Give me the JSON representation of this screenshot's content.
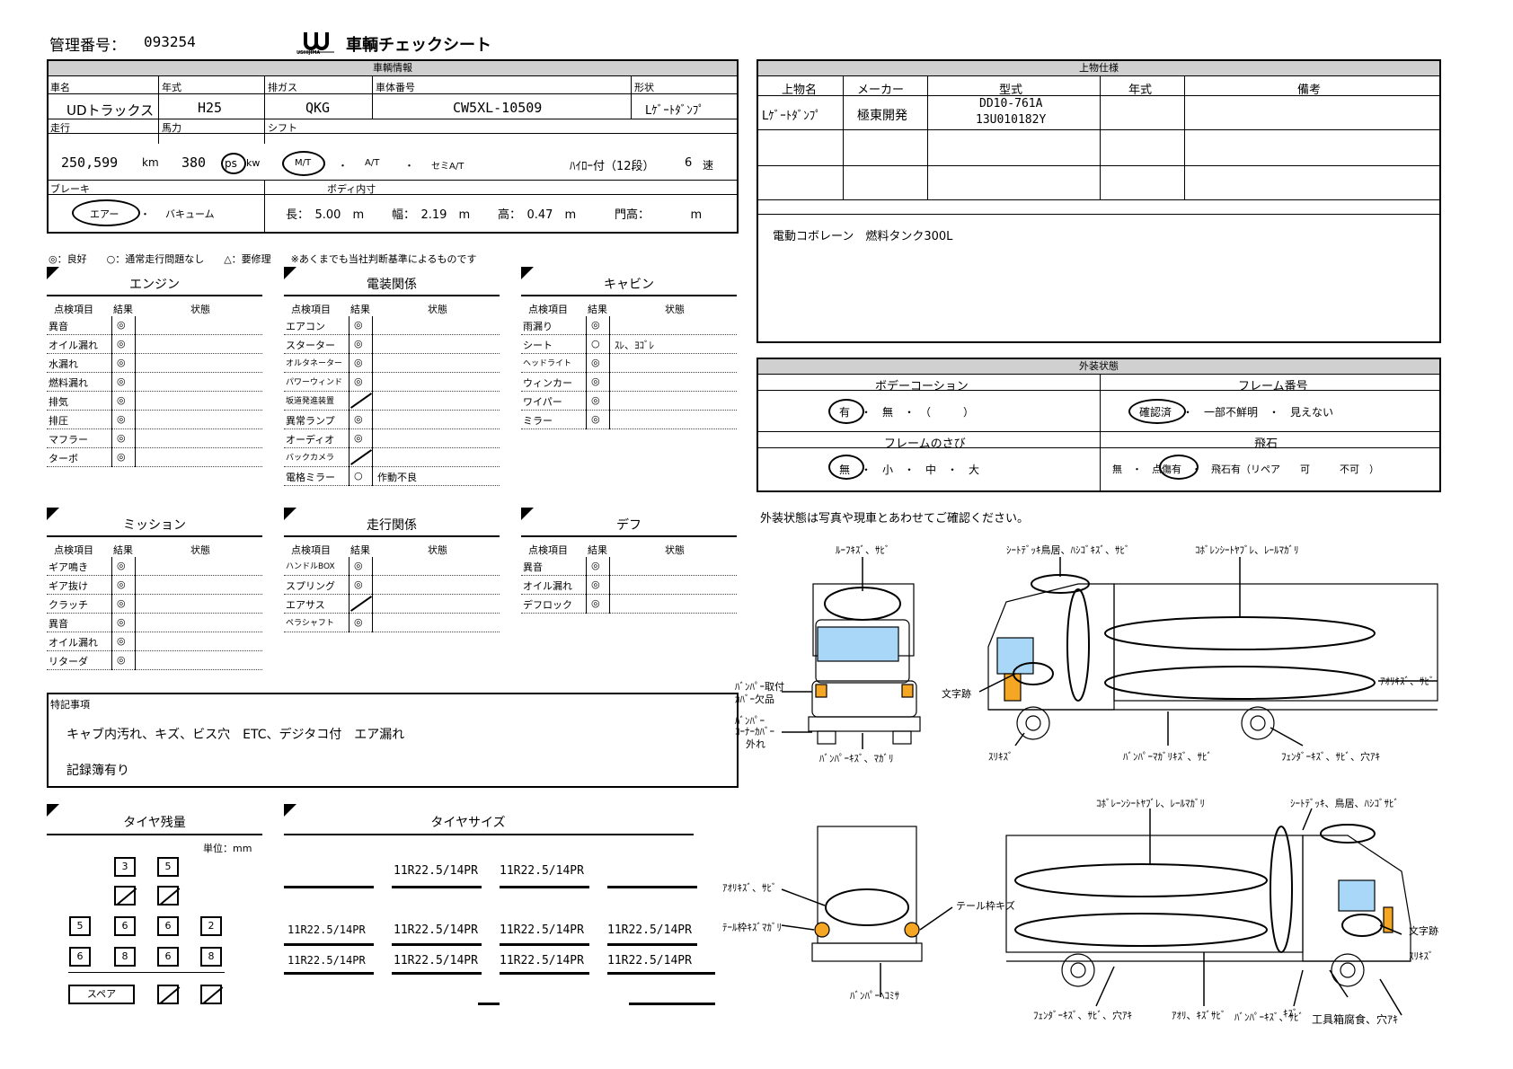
{
  "header": {
    "mgmt_label": "管理番号：",
    "mgmt_no": "093254",
    "logo_text": "USHIJIMA",
    "title": "車輌チェックシート"
  },
  "vehicle": {
    "section": "車輌情報",
    "h_name": "車名",
    "h_year": "年式",
    "h_exhaust": "排ガス",
    "h_body_no": "車体番号",
    "h_shape": "形状",
    "name": "UDトラックス",
    "year": "H25",
    "exhaust": "QKG",
    "body_no": "CW5XL-10509",
    "shape": "Lｹﾞｰﾄﾀﾞﾝﾌﾟ",
    "h_mileage": "走行",
    "h_hp": "馬力",
    "h_shift": "シフト",
    "mileage": "250,599",
    "km": "km",
    "hp": "380",
    "ps": "ps",
    "kw": "kw",
    "mt": "M/T",
    "dot1": "・",
    "at": "A/T",
    "dot2": "・",
    "semi": "セミA/T",
    "hilo": "ﾊｲﾛｰ付（12段）",
    "speed": "6",
    "speed_unit": "速",
    "h_brake": "ブレーキ",
    "h_body_in": "ボディ内寸",
    "air": "エアー",
    "dot3": "・",
    "vacuum": "バキューム",
    "length": "長：　5.00　m",
    "width": "幅：　2.19　m",
    "height": "高：　0.47　m",
    "gate": "門高：　　　　m"
  },
  "legend": "◎：良好　　○：通常走行問題なし　　△：要修理　　※あくまでも当社判断基準によるものです",
  "col_item": "点検項目",
  "col_result": "結果",
  "col_state": "状態",
  "engine": {
    "title": "エンジン",
    "rows": [
      {
        "item": "異音",
        "res": "◎",
        "state": ""
      },
      {
        "item": "オイル漏れ",
        "res": "◎",
        "state": ""
      },
      {
        "item": "水漏れ",
        "res": "◎",
        "state": ""
      },
      {
        "item": "燃料漏れ",
        "res": "◎",
        "state": ""
      },
      {
        "item": "排気",
        "res": "◎",
        "state": ""
      },
      {
        "item": "排圧",
        "res": "◎",
        "state": ""
      },
      {
        "item": "マフラー",
        "res": "◎",
        "state": ""
      },
      {
        "item": "ターボ",
        "res": "◎",
        "state": ""
      }
    ]
  },
  "electric": {
    "title": "電装関係",
    "rows": [
      {
        "item": "エアコン",
        "res": "◎",
        "state": ""
      },
      {
        "item": "スターター",
        "res": "◎",
        "state": ""
      },
      {
        "item": "オルタネーター",
        "res": "◎",
        "state": ""
      },
      {
        "item": "パワーウィンド",
        "res": "◎",
        "state": ""
      },
      {
        "item": "坂道発進装置",
        "res": "",
        "state": ""
      },
      {
        "item": "異常ランプ",
        "res": "◎",
        "state": ""
      },
      {
        "item": "オーディオ",
        "res": "◎",
        "state": ""
      },
      {
        "item": "バックカメラ",
        "res": "",
        "state": ""
      },
      {
        "item": "電格ミラー",
        "res": "○",
        "state": "作動不良"
      }
    ]
  },
  "cabin": {
    "title": "キャビン",
    "rows": [
      {
        "item": "雨漏り",
        "res": "◎",
        "state": ""
      },
      {
        "item": "シート",
        "res": "○",
        "state": "ｽﾚ、ﾖｺﾞﾚ"
      },
      {
        "item": "ヘッドライト",
        "res": "◎",
        "state": ""
      },
      {
        "item": "ウィンカー",
        "res": "◎",
        "state": ""
      },
      {
        "item": "ワイパー",
        "res": "◎",
        "state": ""
      },
      {
        "item": "ミラー",
        "res": "◎",
        "state": ""
      }
    ]
  },
  "mission": {
    "title": "ミッション",
    "rows": [
      {
        "item": "ギア鳴き",
        "res": "◎",
        "state": ""
      },
      {
        "item": "ギア抜け",
        "res": "◎",
        "state": ""
      },
      {
        "item": "クラッチ",
        "res": "◎",
        "state": ""
      },
      {
        "item": "異音",
        "res": "◎",
        "state": ""
      },
      {
        "item": "オイル漏れ",
        "res": "◎",
        "state": ""
      },
      {
        "item": "リターダ",
        "res": "◎",
        "state": ""
      }
    ]
  },
  "running": {
    "title": "走行関係",
    "rows": [
      {
        "item": "ハンドルBOX",
        "res": "◎",
        "state": ""
      },
      {
        "item": "スプリング",
        "res": "◎",
        "state": ""
      },
      {
        "item": "エアサス",
        "res": "",
        "state": ""
      },
      {
        "item": "ペラシャフト",
        "res": "◎",
        "state": ""
      }
    ]
  },
  "diff": {
    "title": "デフ",
    "rows": [
      {
        "item": "異音",
        "res": "◎",
        "state": ""
      },
      {
        "item": "オイル漏れ",
        "res": "◎",
        "state": ""
      },
      {
        "item": "デフロック",
        "res": "◎",
        "state": ""
      }
    ]
  },
  "notes": {
    "title": "特記事項",
    "line1": "キャブ内汚れ、キズ、ビス穴　ETC、デジタコ付　エア漏れ",
    "line2": "記録簿有り"
  },
  "tyre": {
    "remain_title": "タイヤ残量",
    "unit": "単位：mm",
    "r1": [
      "3",
      "5"
    ],
    "r3": [
      "5",
      "6",
      "6",
      "2"
    ],
    "r4": [
      "6",
      "8",
      "6",
      "8"
    ],
    "spare": "スペア",
    "size_title": "タイヤサイズ",
    "size": "11R22.5/14PR"
  },
  "upper": {
    "section": "上物仕様",
    "h1": "上物名",
    "h2": "メーカー",
    "h3": "型式",
    "h4": "年式",
    "h5": "備考",
    "name": "Lｹﾞｰﾄﾀﾞﾝﾌﾟ",
    "maker": "極東開発",
    "model1": "DD10-761A",
    "model2": "13U010182Y",
    "note": "電動コボレーン　燃料タンク300L"
  },
  "exterior": {
    "section": "外装状態",
    "coat": "ボデーコーション",
    "coat_opts": "有　・　無　・　（　　　）",
    "frame_no": "フレーム番号",
    "frame_opts": "確認済　・　一部不鮮明　・　見えない",
    "rust": "フレームのさび",
    "rust_opts": "無　・　小　・　中　・　大",
    "stone": "飛石",
    "stone_opts": "無　・　点傷有　・　飛石有（リペア　　可　　　不可　）",
    "note": "外装状態は写真や現車とあわせてご確認ください。"
  },
  "annotations": {
    "a1": "ﾙｰﾌｷｽﾞ、ｻﾋﾞ",
    "a2": "ｼｰﾄﾃﾞｯｷ鳥居、ﾊｼｺﾞｷｽﾞ、ｻﾋﾞ",
    "a3": "ｺﾎﾞﾚﾝｼｰﾄﾔﾌﾞﾚ、ﾚｰﾙﾏｶﾞﾘ",
    "a4": "ﾊﾞﾝﾊﾟｰ取付",
    "a4b": "ｶﾊﾞｰ欠品",
    "a5": "ﾊﾞﾝﾊﾟｰ",
    "a5b": "ｺｰﾅｰｶﾊﾞｰ",
    "a5c": "外れ",
    "a6": "文字跡",
    "a7": "ｱｵﾘｷｽﾞ、ｻﾋﾞ",
    "a8": "ﾊﾞﾝﾊﾟｰｷｽﾞ、ﾏｶﾞﾘ",
    "a9": "ｽﾘｷｽﾞ",
    "a10": "ﾊﾞﾝﾊﾟｰﾏｶﾞﾘｷｽﾞ、ｻﾋﾞ",
    "a11": "ﾌｪﾝﾀﾞｰｷｽﾞ、ｻﾋﾞ、穴ｱｷ",
    "b1": "ｺﾎﾞﾚｰﾝｼｰﾄﾔﾌﾞﾚ、ﾚｰﾙﾏｶﾞﾘ",
    "b2": "ｼｰﾄﾃﾞｯｷ、鳥居、ﾊｼｺﾞｻﾋﾞ",
    "b3": "ｱｵﾘｷｽﾞ、ｻﾋﾞ",
    "b4": "ﾃｰﾙ枠ｷｽﾞﾏｶﾞﾘ",
    "b5": "テール枠キズ",
    "b6": "ﾊﾞﾝﾊﾟｰﾍｺﾐｻ",
    "b7": "文字跡",
    "b8": "ｽﾘｷｽﾞ",
    "b9": "ﾌｪﾝﾀﾞｰｷｽﾞ、ｻﾋﾞ、穴ｱｷ",
    "b10": "ｱｵﾘ、ｷｽﾞｻﾋﾞ",
    "b11": "ｷｽﾞ",
    "b12": "ﾊﾞﾝﾊﾟｰｷｽﾞ、ｻﾋﾞ",
    "b13": "工具箱腐食、穴ｱｷ"
  }
}
